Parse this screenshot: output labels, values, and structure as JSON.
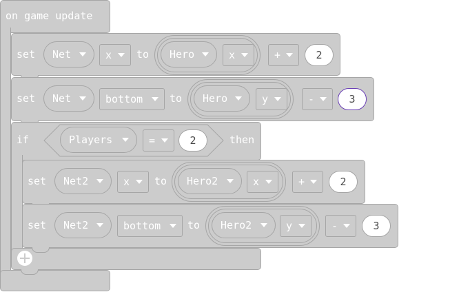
{
  "event_block": {
    "label": "on game update"
  },
  "stmt1": {
    "set": "set",
    "var": "Net",
    "prop": "x",
    "to": "to",
    "sprite": "Hero",
    "sprite_prop": "x",
    "op": "+",
    "value": "2"
  },
  "stmt2": {
    "set": "set",
    "var": "Net",
    "prop": "bottom",
    "to": "to",
    "sprite": "Hero",
    "sprite_prop": "y",
    "op": "-",
    "value": "3"
  },
  "if_block": {
    "if": "if",
    "left": "Players",
    "op": "=",
    "right": "2",
    "then": "then"
  },
  "stmt3": {
    "set": "set",
    "var": "Net2",
    "prop": "x",
    "to": "to",
    "sprite": "Hero2",
    "sprite_prop": "x",
    "op": "+",
    "value": "2"
  },
  "stmt4": {
    "set": "set",
    "var": "Net2",
    "prop": "bottom",
    "to": "to",
    "sprite": "Hero2",
    "sprite_prop": "y",
    "op": "-",
    "value": "3"
  },
  "colors": {
    "block": "#cccccc",
    "outline": "#a6a6a6",
    "text": "#ffffff",
    "selected": "#6a3fb5"
  },
  "icons": {
    "dropdown": "chevron-down-icon",
    "add": "plus-circle-icon"
  }
}
